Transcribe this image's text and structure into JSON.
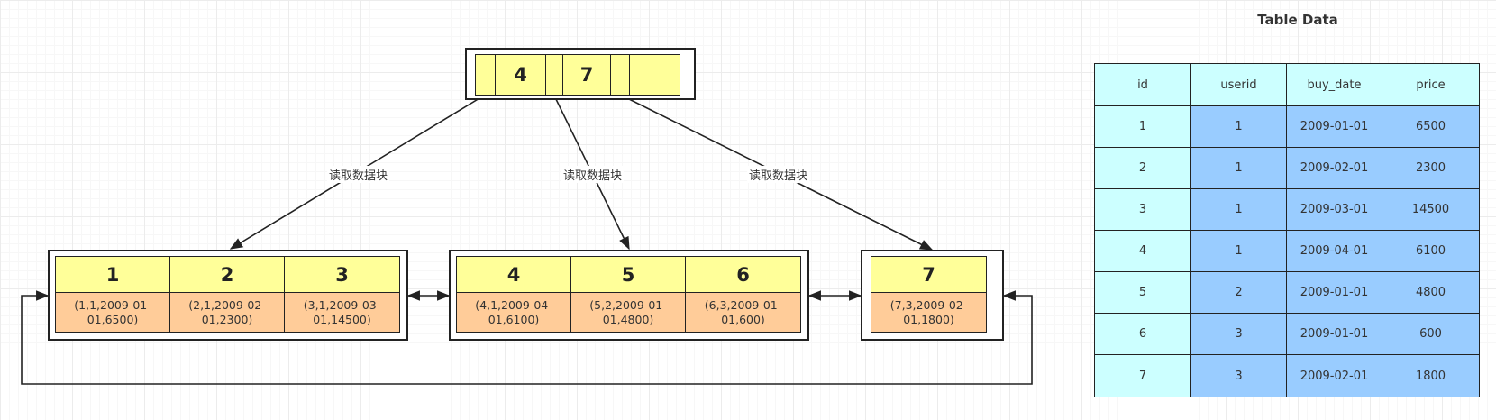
{
  "root_node": {
    "keys": [
      "4",
      "7"
    ]
  },
  "edge_labels": [
    "读取数据块",
    "读取数据块",
    "读取数据块"
  ],
  "leaves": [
    {
      "keys": [
        "1",
        "2",
        "3"
      ],
      "records": [
        "(1,1,2009-01-01,6500)",
        "(2,1,2009-02-01,2300)",
        "(3,1,2009-03-01,14500)"
      ]
    },
    {
      "keys": [
        "4",
        "5",
        "6"
      ],
      "records": [
        "(4,1,2009-04-01,6100)",
        "(5,2,2009-01-01,4800)",
        "(6,3,2009-01-01,600)"
      ]
    },
    {
      "keys": [
        "7"
      ],
      "records": [
        "(7,3,2009-02-01,1800)"
      ]
    }
  ],
  "table": {
    "title": "Table Data",
    "columns": [
      "id",
      "userid",
      "buy_date",
      "price"
    ],
    "rows": [
      [
        "1",
        "1",
        "2009-01-01",
        "6500"
      ],
      [
        "2",
        "1",
        "2009-02-01",
        "2300"
      ],
      [
        "3",
        "1",
        "2009-03-01",
        "14500"
      ],
      [
        "4",
        "1",
        "2009-04-01",
        "6100"
      ],
      [
        "5",
        "2",
        "2009-01-01",
        "4800"
      ],
      [
        "6",
        "3",
        "2009-01-01",
        "600"
      ],
      [
        "7",
        "3",
        "2009-02-01",
        "1800"
      ]
    ]
  },
  "colors": {
    "key_fill": "#ffff99",
    "record_fill": "#ffcc99",
    "table_header_fill": "#ccffff",
    "table_blue_fill": "#99ccff",
    "line": "#222222"
  }
}
